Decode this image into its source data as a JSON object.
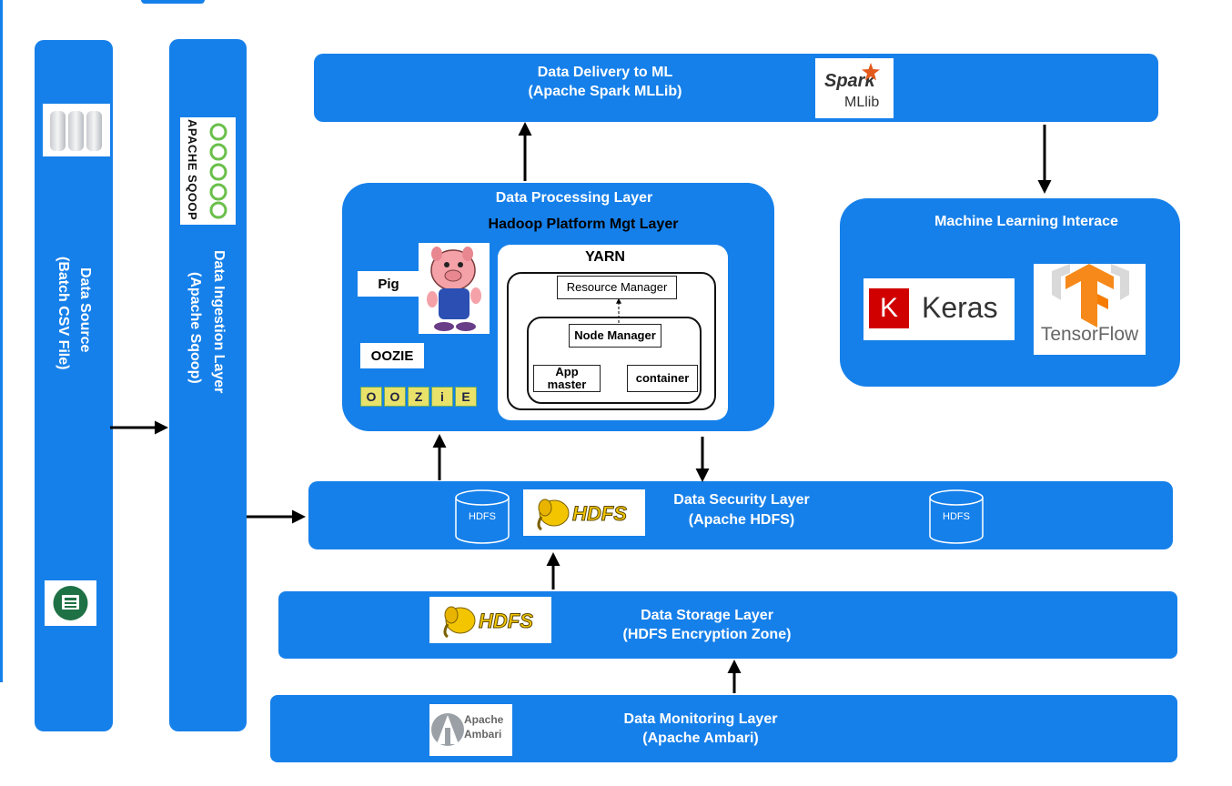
{
  "data_source": {
    "title": "Data Source",
    "subtitle": "(Batch CSV File)"
  },
  "ingestion": {
    "title": "Data Ingestion Layer",
    "subtitle": "(Apache Sqoop)",
    "logo_text": "APACHE SQOOP"
  },
  "delivery": {
    "title": "Data Delivery to ML",
    "subtitle": "(Apache Spark MLLib)",
    "logo_main": "Spark",
    "logo_sub": "MLlib"
  },
  "processing": {
    "title": "Data Processing Layer",
    "subtitle": "Hadoop Platform Mgt Layer",
    "pig_label": "Pig",
    "oozie_label": "OOZIE",
    "oozie_logo": [
      "O",
      "O",
      "Z",
      "i",
      "E"
    ],
    "yarn": {
      "title": "YARN",
      "resource_manager": "Resource Manager",
      "node_manager": "Node Manager",
      "app_master": "App master",
      "container": "container"
    }
  },
  "ml": {
    "title": "Machine Learning Interace",
    "keras_icon": "K",
    "keras": "Keras",
    "tensorflow": "TensorFlow"
  },
  "security": {
    "title": "Data Security Layer",
    "subtitle": "(Apache HDFS)",
    "cyl_left": "HDFS",
    "cyl_right": "HDFS",
    "logo": "HDFS"
  },
  "storage": {
    "title": "Data Storage Layer",
    "subtitle": "(HDFS Encryption Zone)",
    "logo": "HDFS"
  },
  "monitoring": {
    "title": "Data Monitoring Layer",
    "subtitle": "(Apache Ambari)",
    "logo_line1": "Apache",
    "logo_line2": "Ambari"
  },
  "colors": {
    "layer_blue": "#1680ea",
    "white": "#ffffff",
    "arrow": "#000000",
    "keras_red": "#d00000",
    "tf_orange": "#f57c00",
    "hdfs_yellow": "#f2c500",
    "pig_pink": "#f4a2a8"
  },
  "icons": [
    "database-icon",
    "spreadsheet-icon",
    "sqoop-logo",
    "spark-logo",
    "pig-logo",
    "oozie-logo",
    "keras-logo",
    "tensorflow-logo",
    "hdfs-elephant-logo",
    "ambari-logo"
  ]
}
